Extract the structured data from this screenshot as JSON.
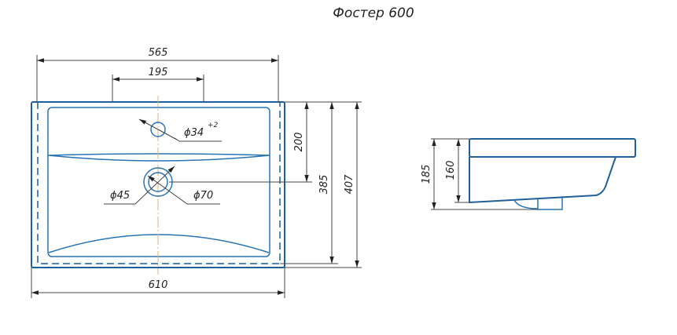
{
  "title": "Фостер 600",
  "top_view": {
    "dims": {
      "overall_width_top": "565",
      "faucet_span": "195",
      "overall_width_bottom": "610",
      "faucet_to_drain": "200",
      "inner_depth": "385",
      "overall_depth": "407"
    },
    "holes": {
      "faucet": "ϕ34",
      "faucet_tolerance": "+2",
      "drain_inner": "ϕ45",
      "drain_outer": "ϕ70"
    }
  },
  "side_view": {
    "dims": {
      "overall_height": "185",
      "body_height": "160"
    }
  },
  "colors": {
    "outline": "#1f5f9a",
    "dimension": "#444444",
    "centerline": "#e0b070"
  }
}
